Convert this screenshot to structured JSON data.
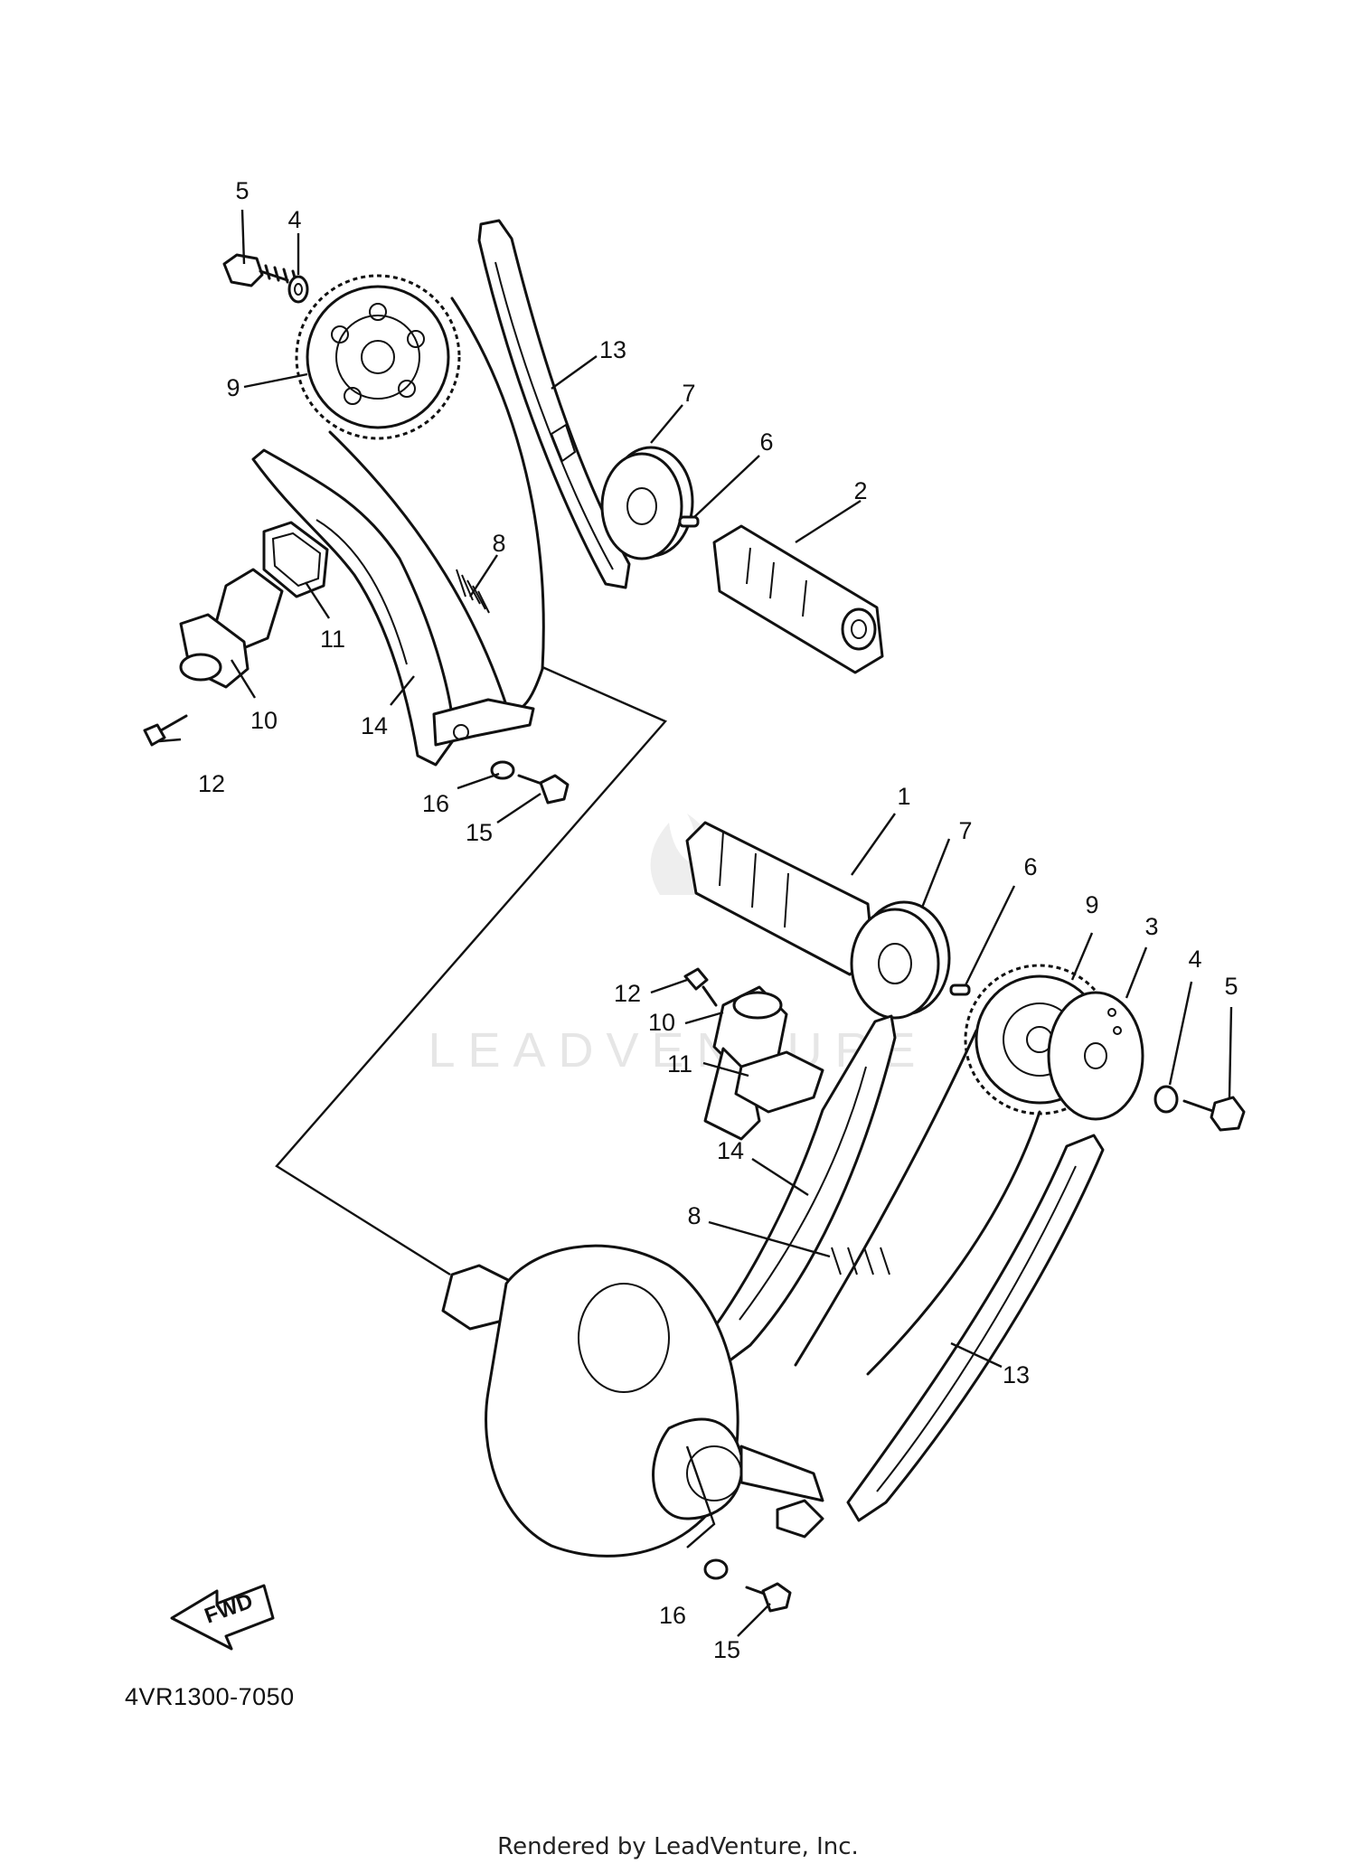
{
  "diagram": {
    "part_code": "4VR1300-7050",
    "footer": "Rendered by LeadVenture, Inc.",
    "watermark": "LEADVENTURE",
    "fwd_label": "FWD",
    "callouts_top": [
      {
        "id": "c5a",
        "label": "5"
      },
      {
        "id": "c4a",
        "label": "4"
      },
      {
        "id": "c9a",
        "label": "9"
      },
      {
        "id": "c13a",
        "label": "13"
      },
      {
        "id": "c7a",
        "label": "7"
      },
      {
        "id": "c6a",
        "label": "6"
      },
      {
        "id": "c2",
        "label": "2"
      },
      {
        "id": "c8a",
        "label": "8"
      },
      {
        "id": "c11a",
        "label": "11"
      },
      {
        "id": "c10a",
        "label": "10"
      },
      {
        "id": "c14a",
        "label": "14"
      },
      {
        "id": "c12a",
        "label": "12"
      },
      {
        "id": "c16a",
        "label": "16"
      },
      {
        "id": "c15a",
        "label": "15"
      }
    ],
    "callouts_bottom": [
      {
        "id": "c1",
        "label": "1"
      },
      {
        "id": "c7b",
        "label": "7"
      },
      {
        "id": "c6b",
        "label": "6"
      },
      {
        "id": "c9b",
        "label": "9"
      },
      {
        "id": "c3",
        "label": "3"
      },
      {
        "id": "c4b",
        "label": "4"
      },
      {
        "id": "c5b",
        "label": "5"
      },
      {
        "id": "c12b",
        "label": "12"
      },
      {
        "id": "c10b",
        "label": "10"
      },
      {
        "id": "c11b",
        "label": "11"
      },
      {
        "id": "c14b",
        "label": "14"
      },
      {
        "id": "c8b",
        "label": "8"
      },
      {
        "id": "c13b",
        "label": "13"
      },
      {
        "id": "c16b",
        "label": "16"
      },
      {
        "id": "c15b",
        "label": "15"
      }
    ]
  }
}
